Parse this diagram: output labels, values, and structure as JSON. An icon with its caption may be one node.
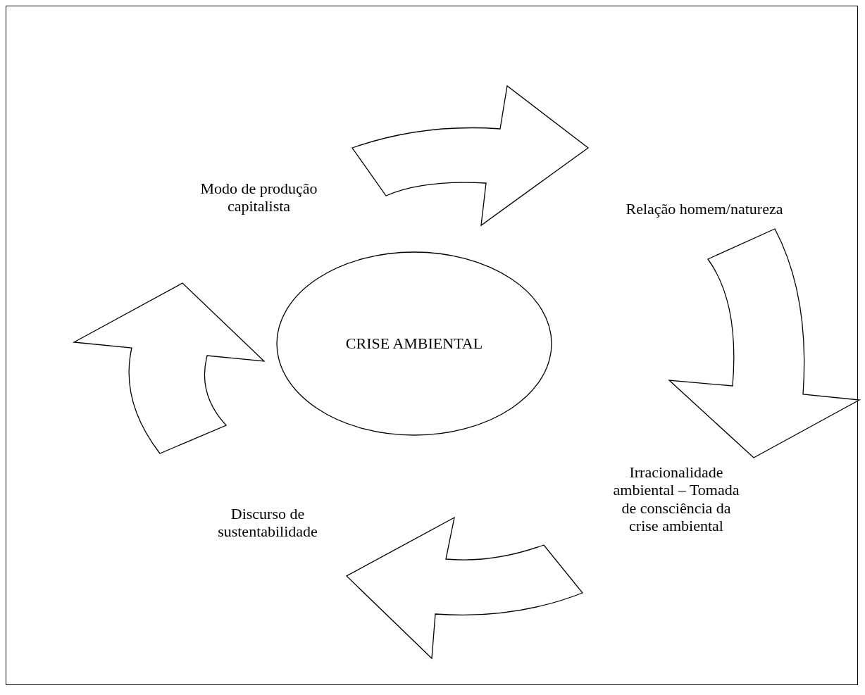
{
  "diagram": {
    "nodes": [
      {
        "text": [
          "CRISE AMBIENTAL"
        ]
      },
      {
        "text": [
          "Modo de produção capitalista"
        ]
      },
      {
        "text": [
          "Relação homem/natureza"
        ]
      },
      {
        "text": [
          "Irracionalidade ambiental – Tomada de consciência da crise ambiental"
        ]
      },
      {
        "text": [
          "Discurso de sustentabilidade"
        ]
      }
    ],
    "edges": [
      {
        "from": 1,
        "to": 2,
        "arrow": "to"
      },
      {
        "from": 2,
        "to": 3,
        "arrow": "to"
      },
      {
        "from": 3,
        "to": 4,
        "arrow": "to"
      },
      {
        "from": 4,
        "to": 1,
        "arrow": "to"
      }
    ]
  }
}
